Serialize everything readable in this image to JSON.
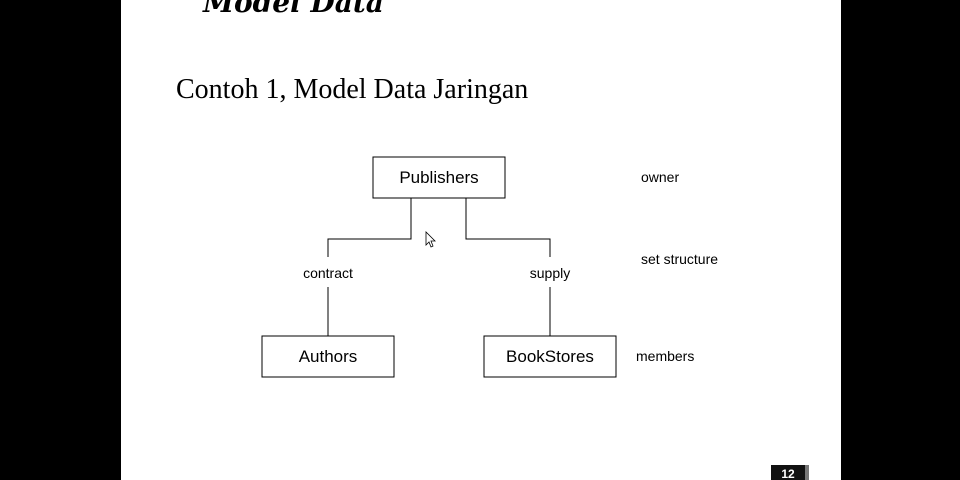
{
  "slide": {
    "heading": "Model Data",
    "subtitle": "Contoh 1, Model Data Jaringan",
    "page_number": "12"
  },
  "diagram": {
    "nodes": {
      "publishers": "Publishers",
      "authors": "Authors",
      "bookstores": "BookStores"
    },
    "edges": {
      "contract": "contract",
      "supply": "supply"
    },
    "notes": {
      "owner": "owner",
      "set_structure": "set structure",
      "members": "members"
    }
  },
  "colors": {
    "background": "#000000",
    "slide": "#ffffff",
    "ink": "#000000"
  },
  "icons": {
    "cursor": "mouse-pointer-icon"
  }
}
